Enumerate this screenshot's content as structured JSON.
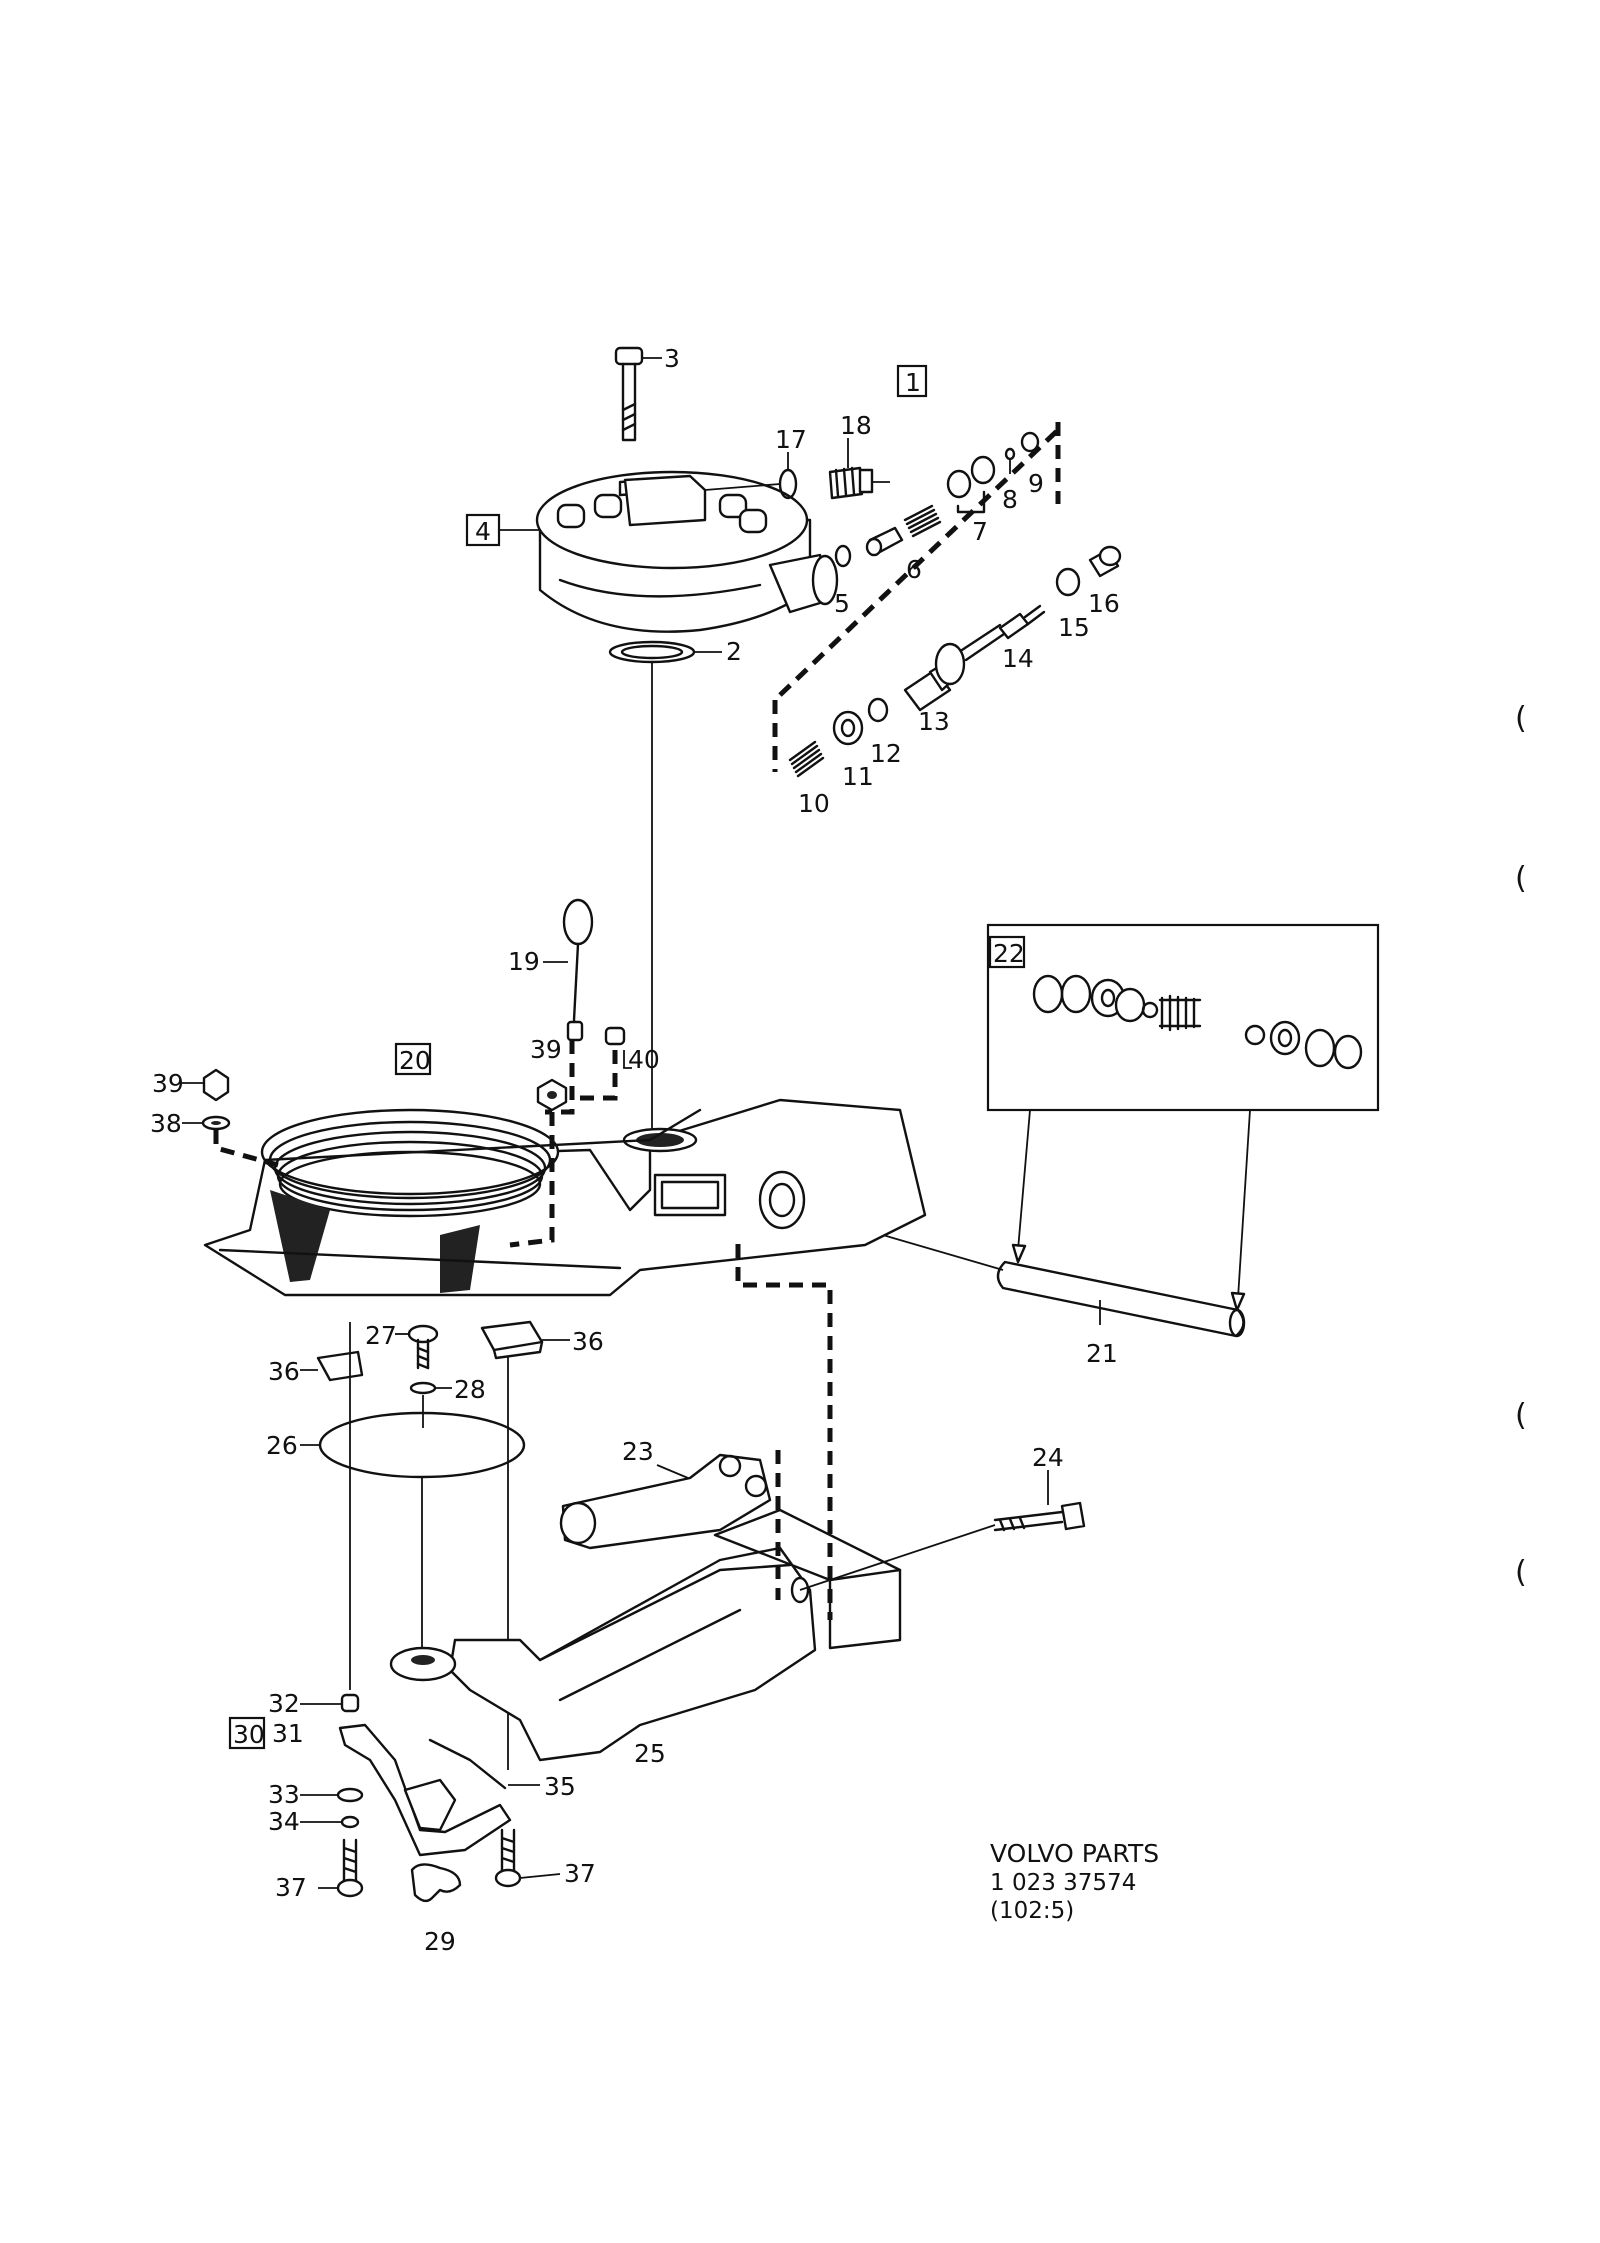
{
  "callouts": {
    "c1": "1",
    "c2": "2",
    "c3": "3",
    "c4": "4",
    "c5": "5",
    "c6": "6",
    "c7": "7",
    "c8": "8",
    "c9": "9",
    "c10": "10",
    "c11": "11",
    "c12": "12",
    "c13": "13",
    "c14": "14",
    "c15": "15",
    "c16": "16",
    "c17": "17",
    "c18": "18",
    "c19": "19",
    "c20": "20",
    "c21": "21",
    "c22": "22",
    "c23": "23",
    "c24": "24",
    "c25": "25",
    "c26": "26",
    "c27": "27",
    "c28": "28",
    "c29": "29",
    "c30": "30",
    "c31": "31",
    "c32": "32",
    "c33": "33",
    "c34": "34",
    "c35": "35",
    "c36a": "36",
    "c36b": "36",
    "c37a": "37",
    "c37b": "37",
    "c38": "38",
    "c39a": "39",
    "c39b": "39",
    "c40": "40"
  },
  "footer": {
    "brand": "VOLVO  PARTS",
    "part_number": "1  023 37574",
    "code": "(102:5)"
  },
  "margin_marks": [
    "(",
    "(",
    "(",
    "("
  ]
}
